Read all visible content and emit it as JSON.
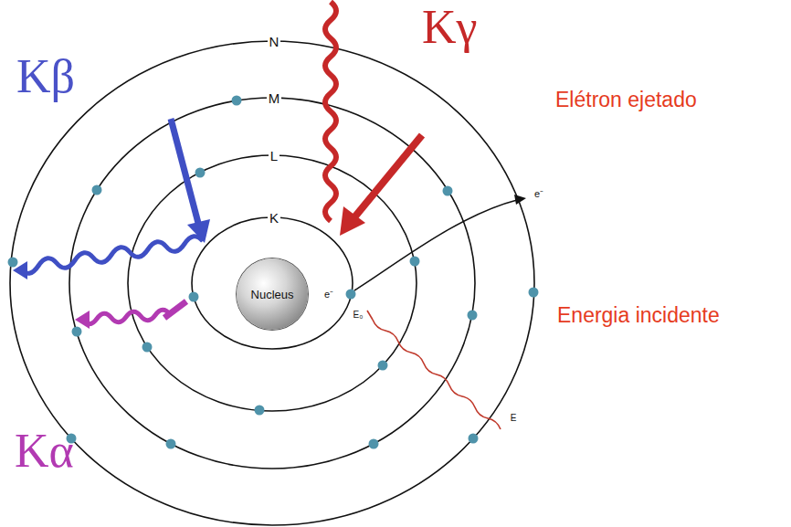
{
  "diagram": {
    "nodes": [
      {
        "text": [
          "Nucleus"
        ]
      }
    ],
    "labels": [
      "Kγ",
      "Kβ",
      "Kα",
      "Elétron ejetado",
      "Energia incidente",
      "N",
      "M",
      "L",
      "K",
      "e⁻",
      "e⁻",
      "E₀",
      "E"
    ]
  }
}
